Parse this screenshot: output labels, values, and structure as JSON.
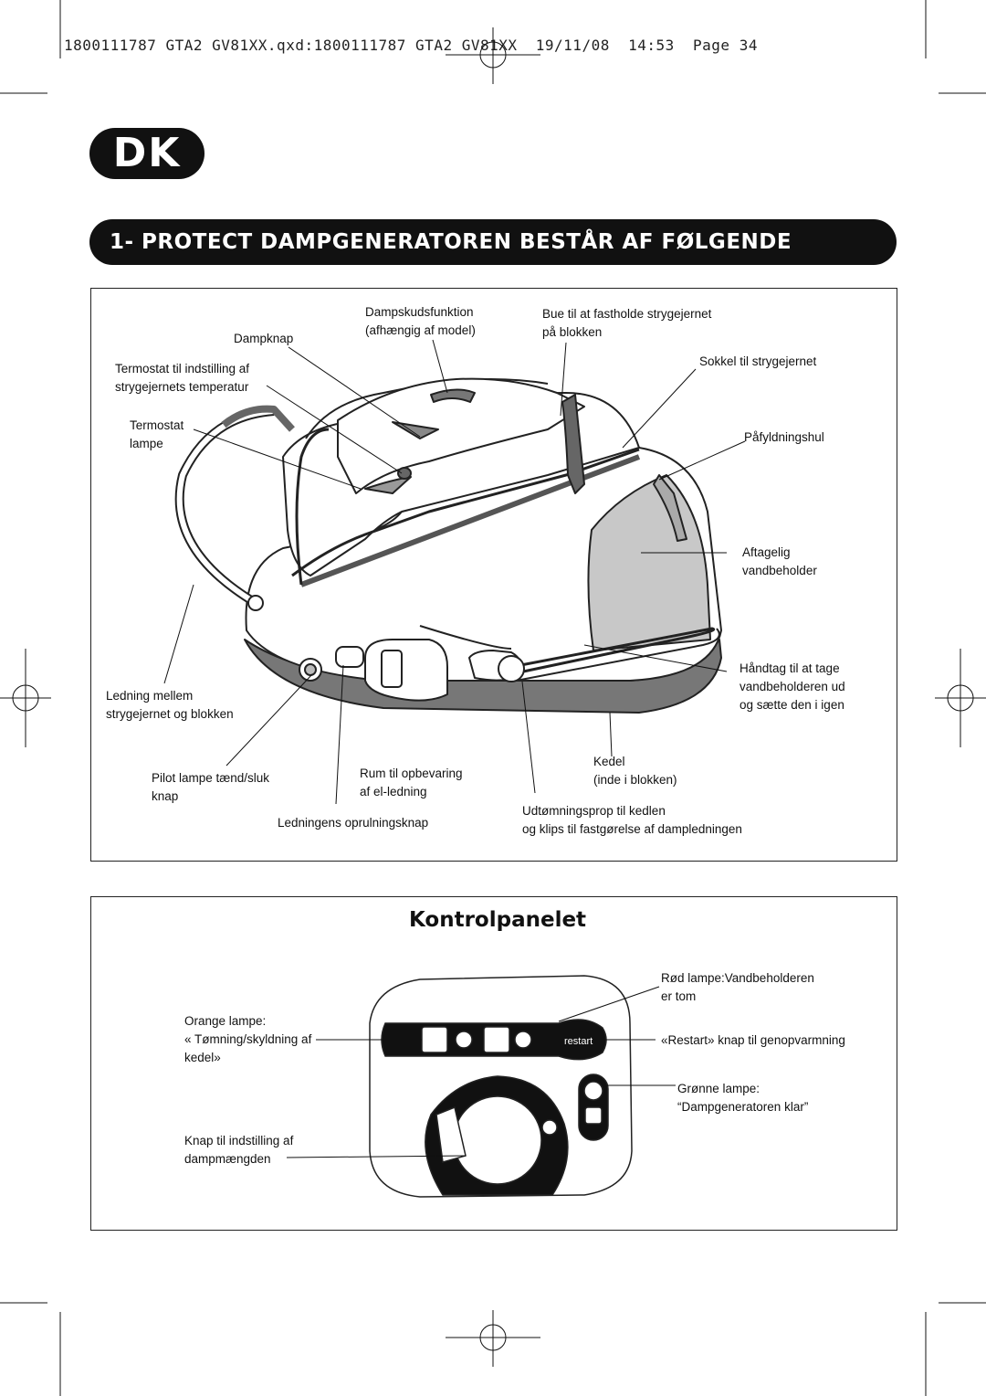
{
  "print_slug": "1800111787 GTA2 GV81XX.qxd:1800111787 GTA2 GV81XX  19/11/08  14:53  Page 34",
  "language_badge": "DK",
  "section_title": "1- PROTECT DAMPGENERATOREN BESTÅR AF FØLGENDE",
  "main_diagram": {
    "labels": {
      "dampskudsfunktion": "Dampskudsfunktion\n(afhængig af model)",
      "dampknap": "Dampknap",
      "bue": "Bue til at fastholde strygejernet\npå blokken",
      "termostat_indstilling": "Termostat til indstilling af\nstrygejernets temperatur",
      "sokkel": "Sokkel til strygejernet",
      "termostat_lampe": "Termostat\nlampe",
      "paafyldningshul": "Påfyldningshul",
      "aftagelig": "Aftagelig\nvandbeholder",
      "haandtag": "Håndtag til at tage\nvandbeholderen ud\nog sætte den i igen",
      "ledning": "Ledning mellem\nstrygejernet og blokken",
      "kedel": "Kedel\n(inde i blokken)",
      "pilot": "Pilot lampe tænd/sluk\nknap",
      "rum": "Rum til opbevaring\naf el-ledning",
      "udtoemning": "Udtømningsprop til kedlen\nog klips til fastgørelse af dampledningen",
      "oprulning": "Ledningens oprulningsknap"
    }
  },
  "control_panel": {
    "title": "Kontrolpanelet",
    "restart_text": "restart",
    "labels": {
      "roed_lampe": "Rød lampe:Vandbeholderen\ner tom",
      "orange_lampe": "Orange lampe:\n« Tømning/skyldning af\nkedel»",
      "restart_knap": "«Restart» knap til genopvarmning",
      "groenne_lampe": "Grønne lampe:\n“Dampgeneratoren klar”",
      "knap_damp": "Knap til indstilling af\ndampmængden"
    }
  }
}
